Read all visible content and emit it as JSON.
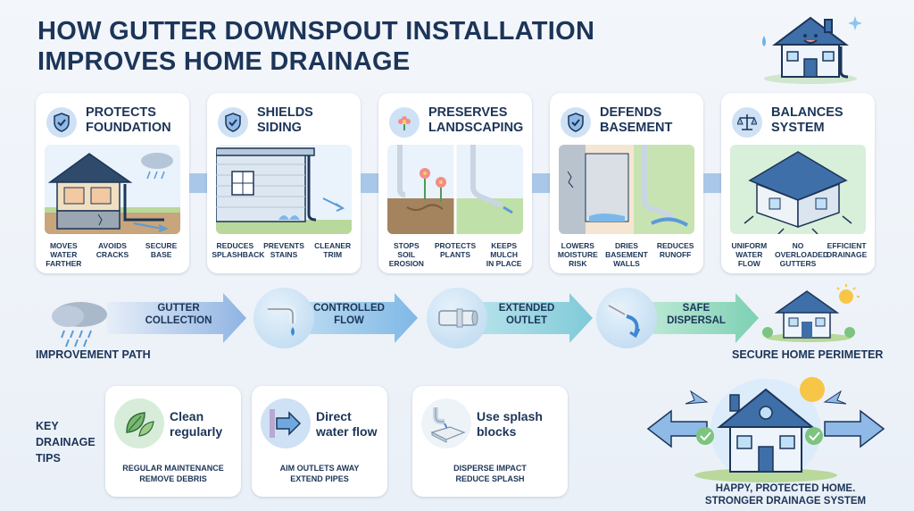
{
  "title": {
    "line1": "HOW GUTTER DOWNSPOUT INSTALLATION",
    "line2": "IMPROVES HOME DRAINAGE"
  },
  "benefits": [
    {
      "title_line1": "PROTECTS",
      "title_line2": "FOUNDATION",
      "icon": "shield-check-icon",
      "features": [
        {
          "line1": "MOVES",
          "line2": "WATER",
          "line3": "FARTHER"
        },
        {
          "line1": "AVOIDS",
          "line2": "CRACKS",
          "line3": ""
        },
        {
          "line1": "SECURE",
          "line2": "BASE",
          "line3": ""
        }
      ]
    },
    {
      "title_line1": "SHIELDS",
      "title_line2": "SIDING",
      "icon": "shield-check-icon",
      "features": [
        {
          "line1": "REDUCES",
          "line2": "SPLASHBACK",
          "line3": ""
        },
        {
          "line1": "PREVENTS",
          "line2": "STAINS",
          "line3": ""
        },
        {
          "line1": "CLEANER",
          "line2": "TRIM",
          "line3": ""
        }
      ]
    },
    {
      "title_line1": "PRESERVES",
      "title_line2": "LANDSCAPING",
      "icon": "flower-icon",
      "features": [
        {
          "line1": "STOPS",
          "line2": "SOIL",
          "line3": "EROSION"
        },
        {
          "line1": "PROTECTS",
          "line2": "PLANTS",
          "line3": ""
        },
        {
          "line1": "KEEPS",
          "line2": "MULCH",
          "line3": "IN PLACE"
        }
      ]
    },
    {
      "title_line1": "DEFENDS",
      "title_line2": "BASEMENT",
      "icon": "shield-check-icon",
      "features": [
        {
          "line1": "LOWERS",
          "line2": "MOISTURE",
          "line3": "RISK"
        },
        {
          "line1": "DRIES",
          "line2": "BASEMENT",
          "line3": "WALLS"
        },
        {
          "line1": "REDUCES",
          "line2": "RUNOFF",
          "line3": ""
        }
      ]
    },
    {
      "title_line1": "BALANCES",
      "title_line2": "SYSTEM",
      "icon": "scale-icon",
      "features": [
        {
          "line1": "UNIFORM",
          "line2": "WATER",
          "line3": "FLOW"
        },
        {
          "line1": "NO",
          "line2": "OVERLOADED",
          "line3": "GUTTERS"
        },
        {
          "line1": "EFFICIENT",
          "line2": "DRAINAGE",
          "line3": ""
        }
      ]
    }
  ],
  "flow": {
    "section_label": "IMPROVEMENT PATH",
    "end_label": "SECURE HOME PERIMETER",
    "steps": [
      {
        "line1": "GUTTER",
        "line2": "COLLECTION"
      },
      {
        "line1": "CONTROLLED",
        "line2": "FLOW"
      },
      {
        "line1": "EXTENDED",
        "line2": "OUTLET"
      },
      {
        "line1": "SAFE",
        "line2": "DISPERSAL"
      }
    ]
  },
  "tips": {
    "section_line1": "KEY",
    "section_line2": "DRAINAGE",
    "section_line3": "TIPS",
    "items": [
      {
        "title_line1": "Clean",
        "title_line2": "regularly",
        "desc_line1": "REGULAR MAINTENANCE",
        "desc_line2": "REMOVE DEBRIS",
        "icon": "leaf-icon"
      },
      {
        "title_line1": "Direct",
        "title_line2": "water flow",
        "desc_line1": "AIM OUTLETS AWAY",
        "desc_line2": "EXTEND PIPES",
        "icon": "arrow-right-icon"
      },
      {
        "title_line1": "Use splash",
        "title_line2": "blocks",
        "desc_line1": "DISPERSE IMPACT",
        "desc_line2": "REDUCE SPLASH",
        "icon": "splash-block-icon"
      }
    ]
  },
  "final": {
    "line1": "HAPPY, PROTECTED HOME.",
    "line2": "STRONGER DRAINAGE SYSTEM"
  },
  "colors": {
    "navy": "#1c3558",
    "light_blue": "#cfe1f5",
    "flow_blue": "#9fc3ea",
    "flow_teal": "#a8dcd3",
    "green": "#7cc47f"
  }
}
